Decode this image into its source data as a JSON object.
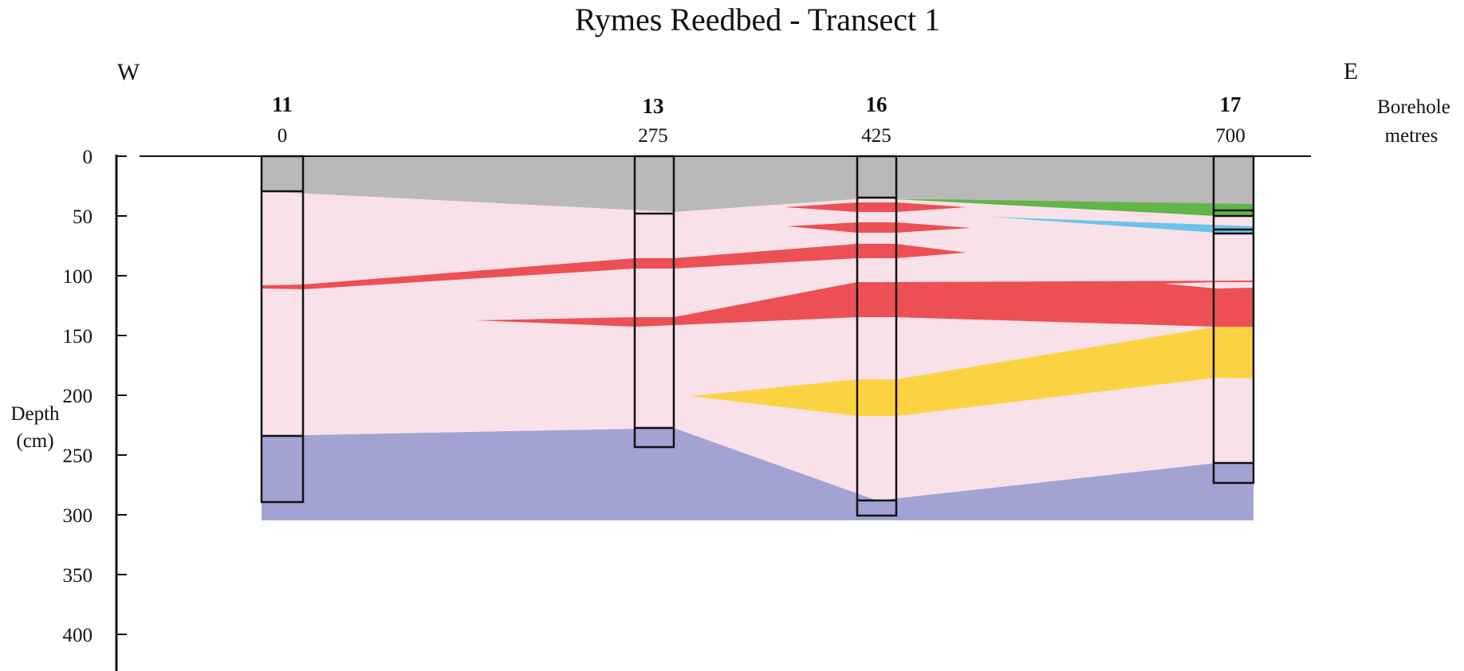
{
  "title": "Rymes Reedbed - Transect 1",
  "direction": {
    "west": "W",
    "east": "E"
  },
  "header_labels": {
    "borehole": "Borehole",
    "metres": "metres"
  },
  "y_axis": {
    "label_line1": "Depth",
    "label_line2": "(cm)",
    "ticks": [
      "0",
      "50",
      "100",
      "150",
      "200",
      "250",
      "300",
      "350",
      "400"
    ]
  },
  "boreholes": [
    {
      "id": "11",
      "metres": "0"
    },
    {
      "id": "13",
      "metres": "275"
    },
    {
      "id": "16",
      "metres": "425"
    },
    {
      "id": "17",
      "metres": "700"
    }
  ],
  "colors": {
    "grey_unit": "#b9b9b9",
    "pink_unit": "#f9e1e9",
    "red_unit": "#ec5055",
    "yellow_unit": "#fbd342",
    "blue_unit": "#a2a3d2",
    "green_unit": "#62b546",
    "cyan_unit": "#6bc4ec"
  }
}
